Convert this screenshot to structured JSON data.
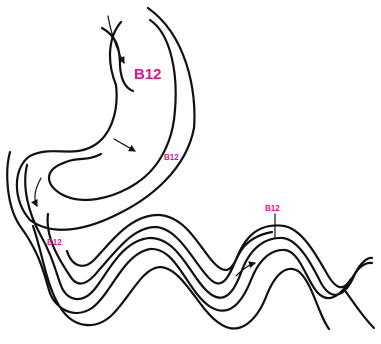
{
  "colors": {
    "outline": "#111111",
    "b12_label": "#e0128a",
    "intrinsic_factor": "#8f8f8f",
    "background": "#ffffff"
  },
  "icons": {
    "intrinsic_factor_shape": "crescent-icon",
    "flow_marker": "arrow-icon"
  },
  "labels": {
    "b12_entry": "B12",
    "b12_stomach": "B12",
    "b12_duodenum": "B12",
    "b12_ileum": "B12"
  }
}
